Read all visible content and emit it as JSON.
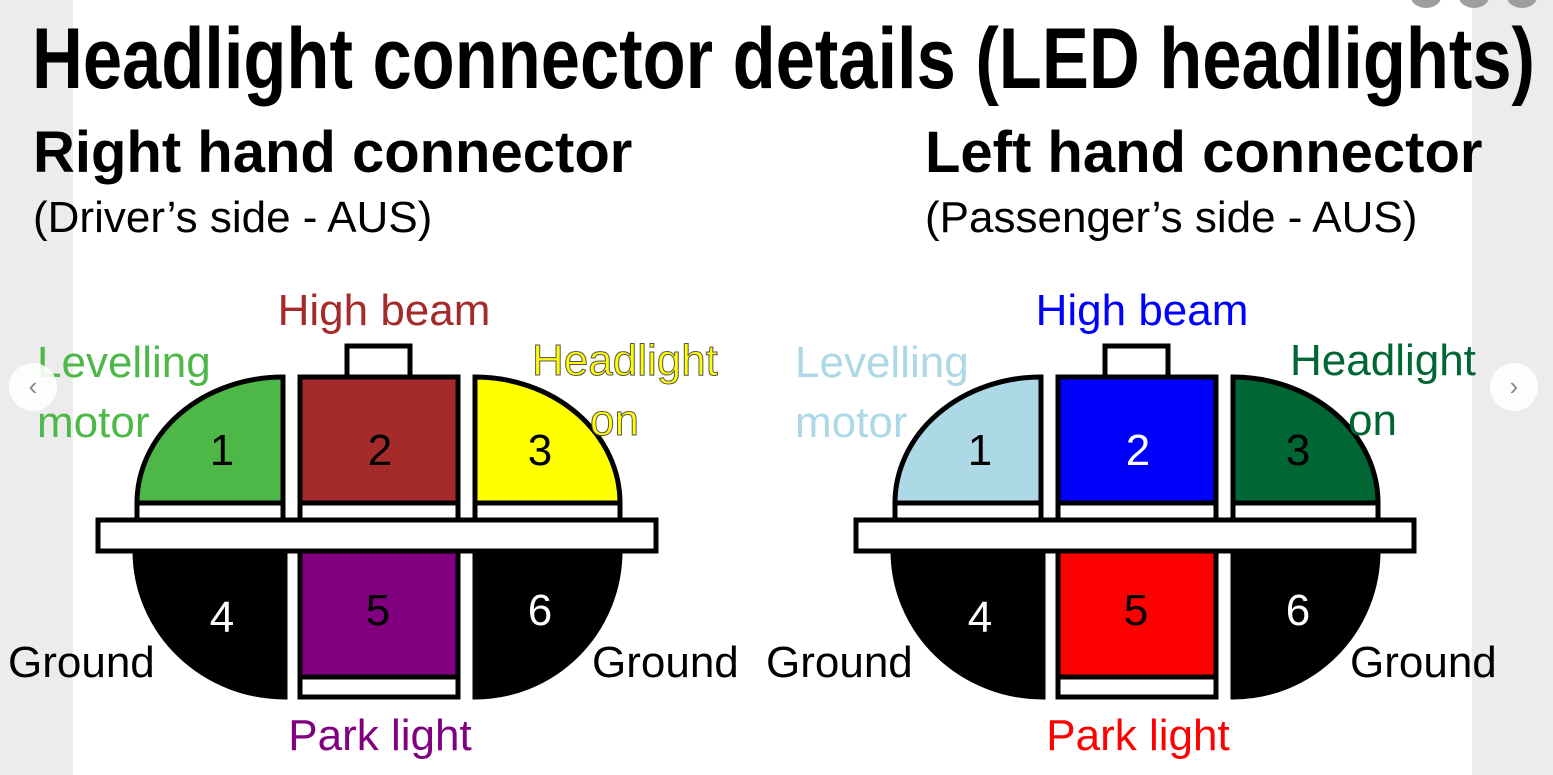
{
  "title": "Headlight connector details (LED headlights)",
  "connectors": [
    {
      "heading": "Right hand connector",
      "subheading": "(Driver’s side - AUS)",
      "labels": {
        "high_beam": "High beam",
        "levelling_1": "Levelling",
        "levelling_2": "motor",
        "headlight_1": "Headlight",
        "headlight_2": "on",
        "ground_left": "Ground",
        "ground_right": "Ground",
        "park": "Park light"
      },
      "pins": [
        "1",
        "2",
        "3",
        "4",
        "5",
        "6"
      ],
      "colors": {
        "levelling": "#4db848",
        "high_beam": "#a52a2a",
        "headlight": "#ffff00",
        "park": "#800080",
        "ground": "#000000"
      }
    },
    {
      "heading": "Left hand connector",
      "subheading": "(Passenger’s side - AUS)",
      "labels": {
        "high_beam": "High beam",
        "levelling_1": "Levelling",
        "levelling_2": "motor",
        "headlight_1": "Headlight",
        "headlight_2": "on",
        "ground_left": "Ground",
        "ground_right": "Ground",
        "park": "Park light"
      },
      "pins": [
        "1",
        "2",
        "3",
        "4",
        "5",
        "6"
      ],
      "colors": {
        "levelling": "#add8e6",
        "high_beam": "#0000ff",
        "headlight": "#006633",
        "park": "#ff0000",
        "ground": "#000000"
      }
    }
  ],
  "nav": {
    "prev": "‹",
    "next": "›"
  }
}
